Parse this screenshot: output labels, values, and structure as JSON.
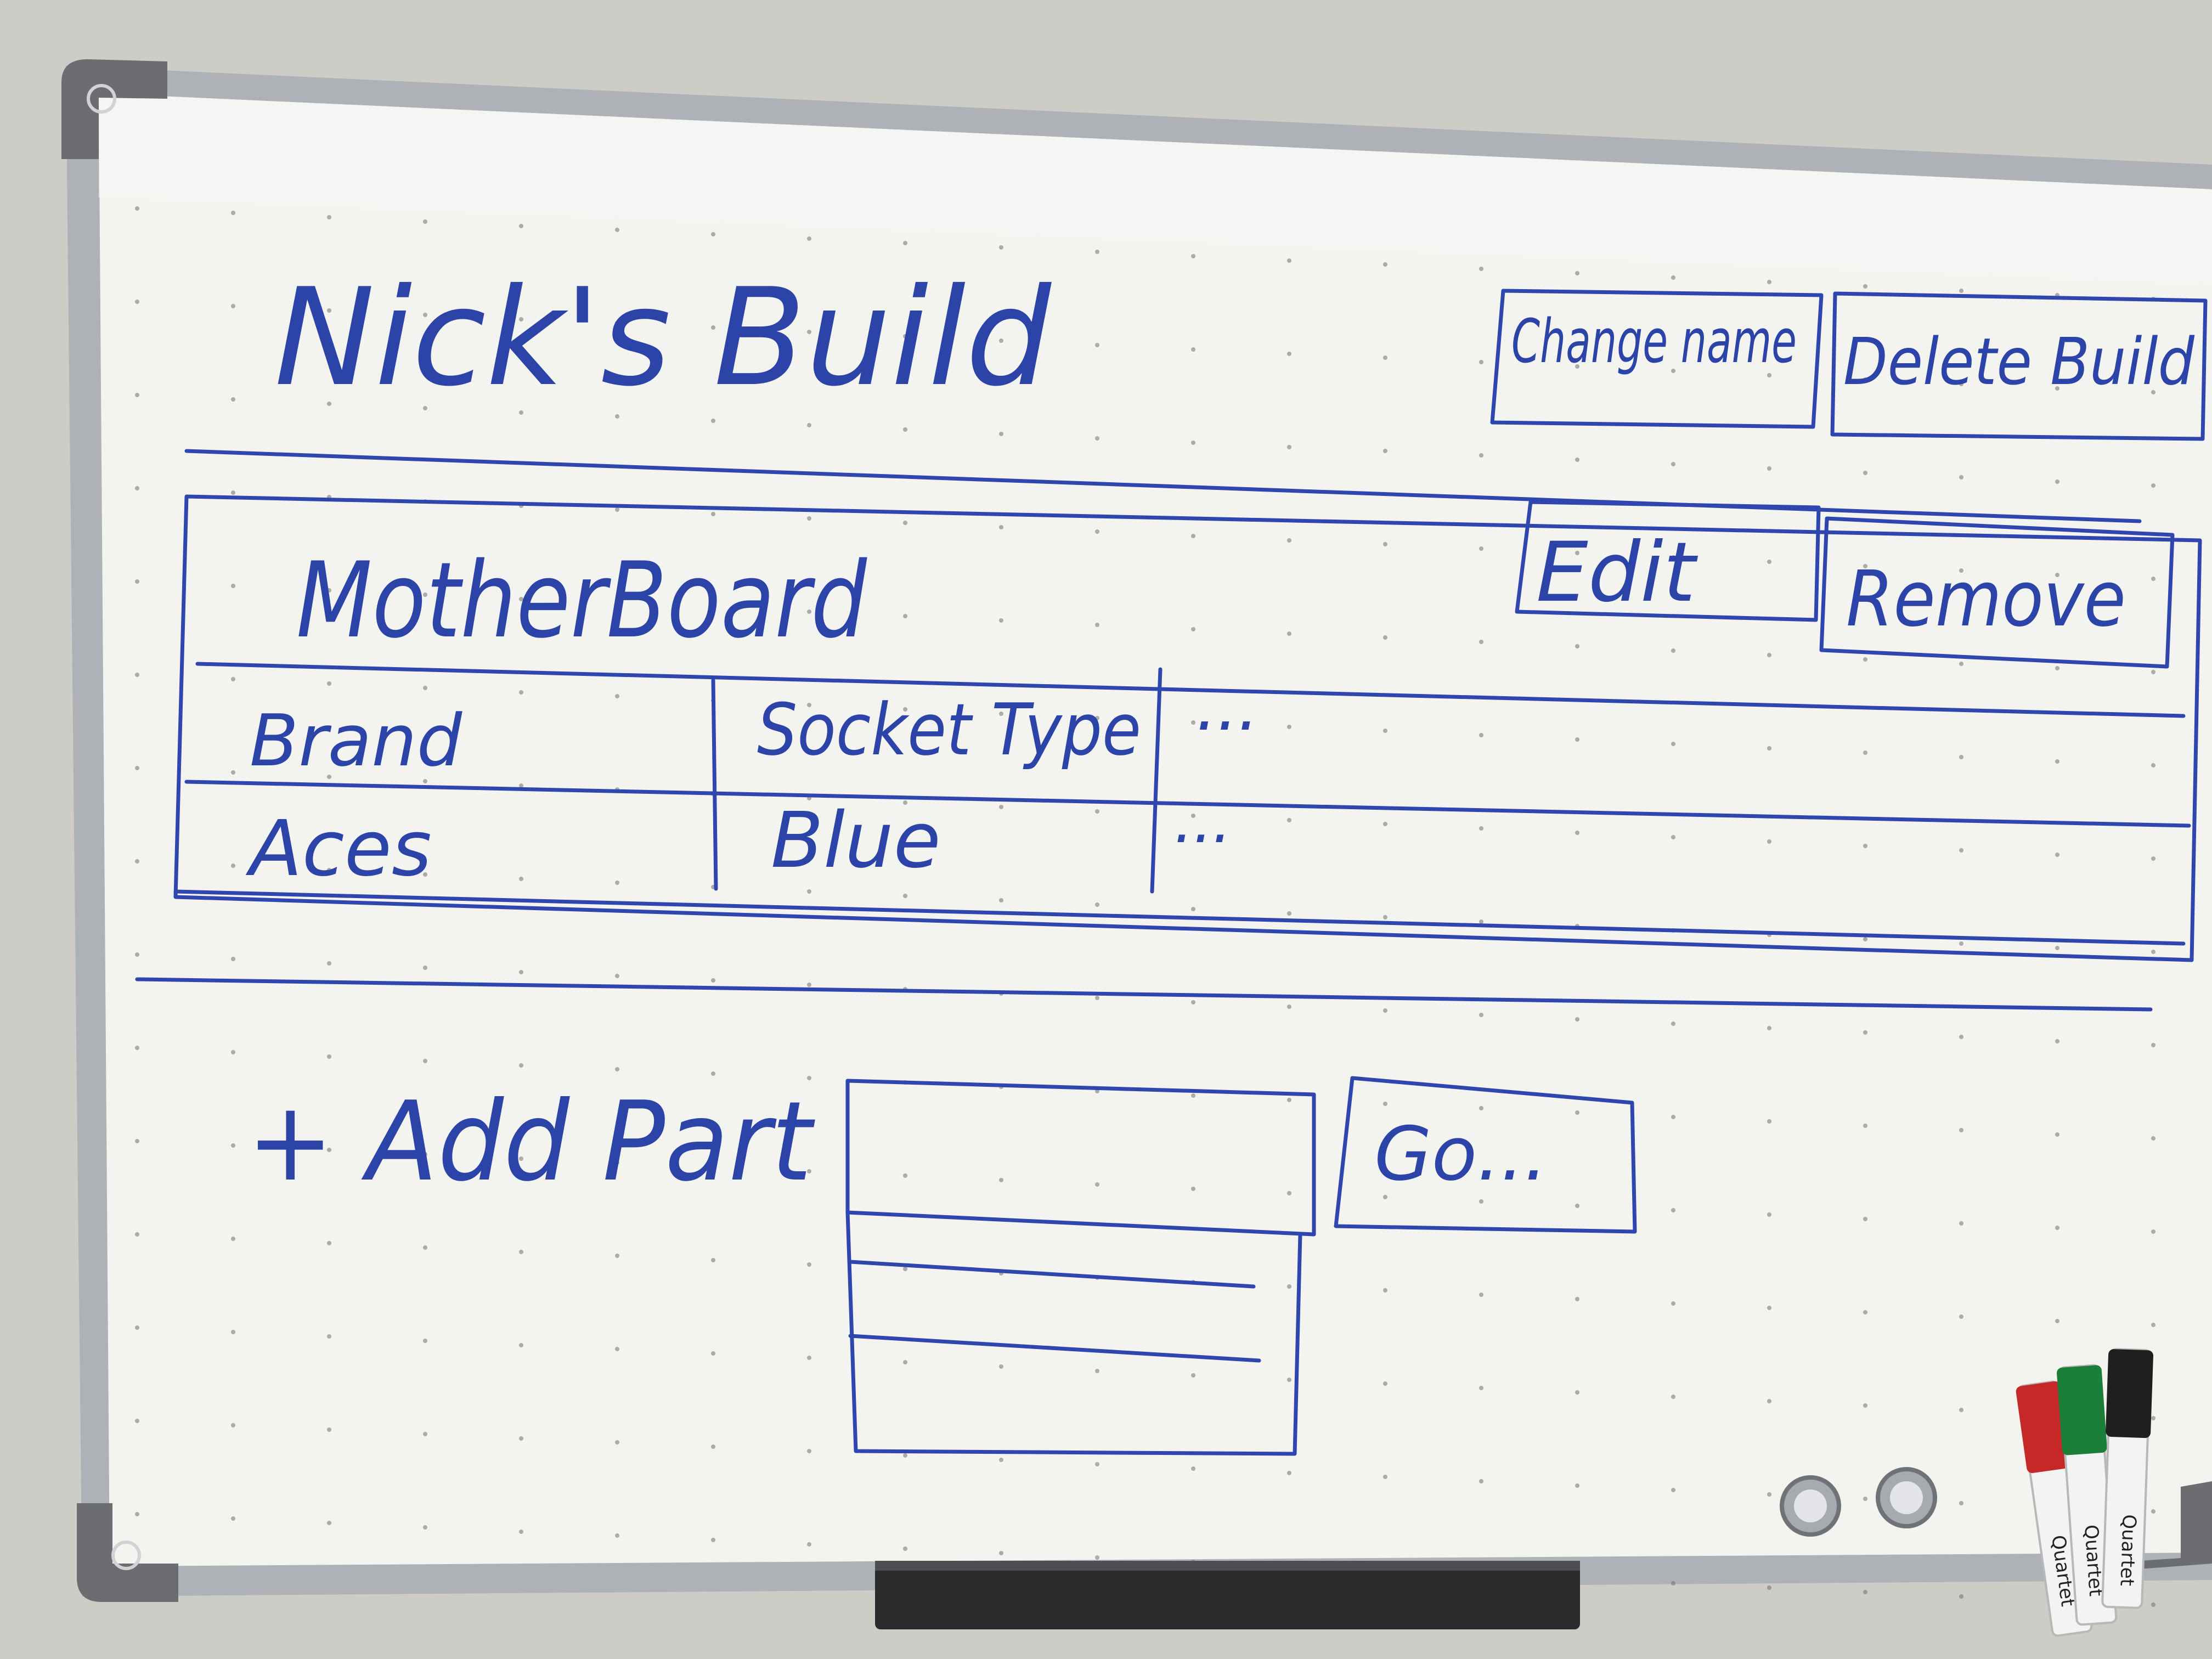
{
  "board": {
    "title": "Nick's Build",
    "actions": {
      "change_name": "Change name",
      "delete_build": "Delete Build"
    },
    "part_card": {
      "name": "MotherBoard",
      "edit": "Edit",
      "remove": "Remove",
      "table": {
        "headers": [
          "Brand",
          "Socket Type",
          "..."
        ],
        "rows": [
          [
            "Aces",
            "Blue",
            "..."
          ]
        ]
      }
    },
    "add_part": {
      "label": "+ Add Part",
      "go_button": "Go..."
    }
  },
  "colors": {
    "marker_ink": "#2c44a8",
    "board_surface": "#f4f4f1",
    "frame": "#b9bcc0",
    "wall": "#cbcac4",
    "marker_red": "#c62828",
    "marker_green": "#1b7f3a",
    "marker_black": "#1f1f1f"
  },
  "markers": [
    {
      "brand": "Quartet",
      "color": "red"
    },
    {
      "brand": "Quartet",
      "color": "green"
    },
    {
      "brand": "Quartet",
      "color": "black"
    }
  ]
}
